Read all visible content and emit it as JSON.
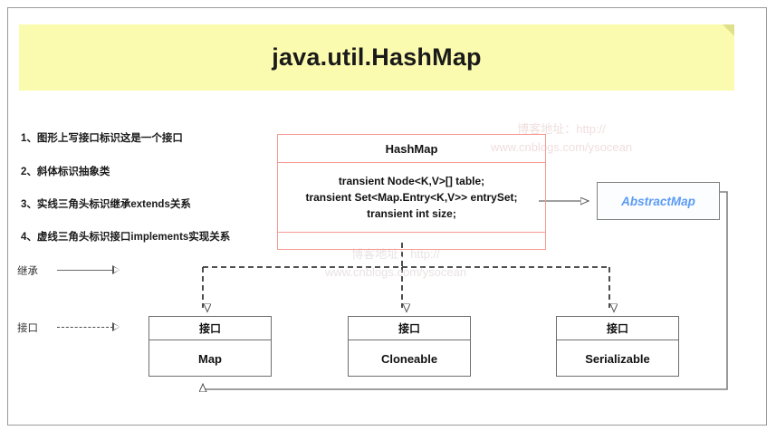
{
  "title": {
    "text": "java.util.HashMap",
    "banner_color": "#fbfbaf",
    "fold_color": "#e0e08c"
  },
  "legend": {
    "notes": [
      "1、图形上写接口标识这是一个接口",
      "2、斜体标识抽象类",
      "3、实线三角头标识继承extends关系",
      "4、虚线三角头标识接口implements实现关系"
    ],
    "keys": [
      {
        "label": "继承",
        "style": "solid"
      },
      {
        "label": "接口",
        "style": "dashed"
      }
    ]
  },
  "classes": {
    "hashmap": {
      "name": "HashMap",
      "border_color": "#f79a94",
      "fields": [
        "transient Node<K,V>[] table;",
        "transient Set<Map.Entry<K,V>> entrySet;",
        "transient int size;"
      ],
      "methods": []
    },
    "abstractmap": {
      "name": "AbstractMap",
      "stereotype": "abstract",
      "text_color": "#5b9bf5"
    }
  },
  "interfaces": [
    {
      "header": "接口",
      "name": "Map"
    },
    {
      "header": "接口",
      "name": "Cloneable"
    },
    {
      "header": "接口",
      "name": "Serializable"
    }
  ],
  "watermark": {
    "line1": "博客地址：http://",
    "line2": "www.cnblogs.com/ysocean"
  },
  "relations": [
    {
      "from": "HashMap",
      "to": "AbstractMap",
      "type": "extends",
      "style": "solid"
    },
    {
      "from": "HashMap",
      "to": "Map",
      "type": "implements",
      "style": "dashed"
    },
    {
      "from": "HashMap",
      "to": "Cloneable",
      "type": "implements",
      "style": "dashed"
    },
    {
      "from": "HashMap",
      "to": "Serializable",
      "type": "implements",
      "style": "dashed"
    },
    {
      "from": "AbstractMap",
      "to": "Map",
      "type": "implements",
      "style": "solid"
    }
  ]
}
